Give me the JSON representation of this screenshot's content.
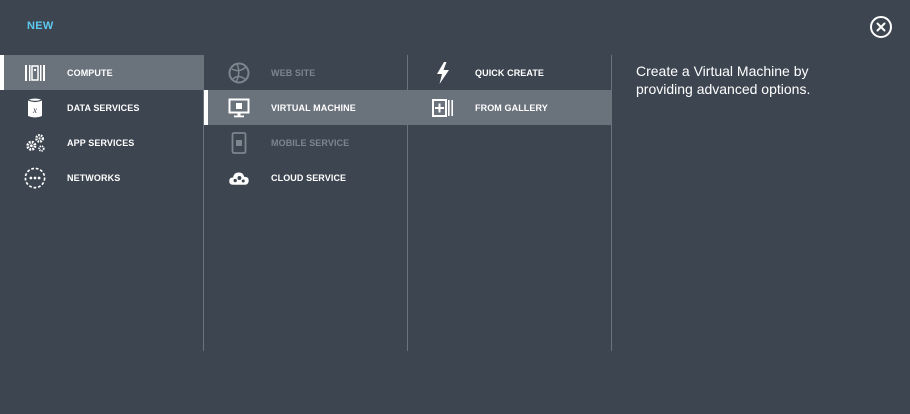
{
  "header": {
    "title": "NEW"
  },
  "categories": [
    {
      "label": "COMPUTE",
      "icon": "compute-icon",
      "selected": true
    },
    {
      "label": "DATA SERVICES",
      "icon": "data-services-icon",
      "selected": false
    },
    {
      "label": "APP SERVICES",
      "icon": "app-services-icon",
      "selected": false
    },
    {
      "label": "NETWORKS",
      "icon": "networks-icon",
      "selected": false
    }
  ],
  "compute_items": [
    {
      "label": "WEB SITE",
      "icon": "web-site-icon",
      "enabled": false
    },
    {
      "label": "VIRTUAL MACHINE",
      "icon": "virtual-machine-icon",
      "enabled": true,
      "selected": true
    },
    {
      "label": "MOBILE SERVICE",
      "icon": "mobile-service-icon",
      "enabled": false
    },
    {
      "label": "CLOUD SERVICE",
      "icon": "cloud-service-icon",
      "enabled": true
    }
  ],
  "create_options": [
    {
      "label": "QUICK CREATE",
      "icon": "lightning-icon",
      "selected": false
    },
    {
      "label": "FROM GALLERY",
      "icon": "gallery-icon",
      "selected": true
    }
  ],
  "description": "Create a Virtual Machine by providing advanced options.",
  "colors": {
    "background": "#3c4550",
    "selected": "#6a727c",
    "accent": "#5ec8ee",
    "disabled": "#7d858e"
  }
}
